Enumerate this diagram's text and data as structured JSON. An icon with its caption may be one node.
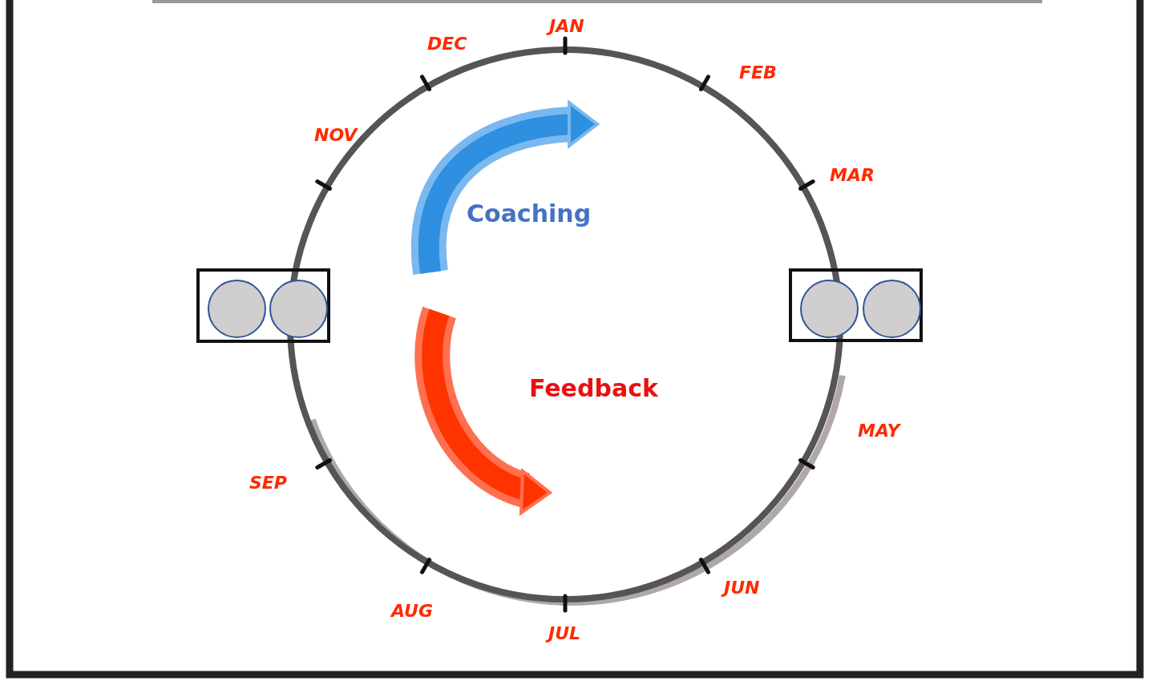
{
  "diagram": {
    "nodes": [
      {
        "text": [],
        "shape": "box"
      },
      {
        "text": [],
        "shape": "circle",
        "in": 0
      },
      {
        "text": [],
        "shape": "circle",
        "in": 0
      },
      {
        "text": [],
        "shape": "box"
      },
      {
        "text": [],
        "shape": "circle",
        "in": 3
      },
      {
        "text": [],
        "shape": "circle",
        "in": 3
      }
    ],
    "edges": [],
    "labels": [
      "JAN",
      "FEB",
      "MAR",
      "MAY",
      "JUN",
      "JUL",
      "AUG",
      "SEP",
      "NOV",
      "DEC",
      "Coaching",
      "Feedback"
    ]
  }
}
